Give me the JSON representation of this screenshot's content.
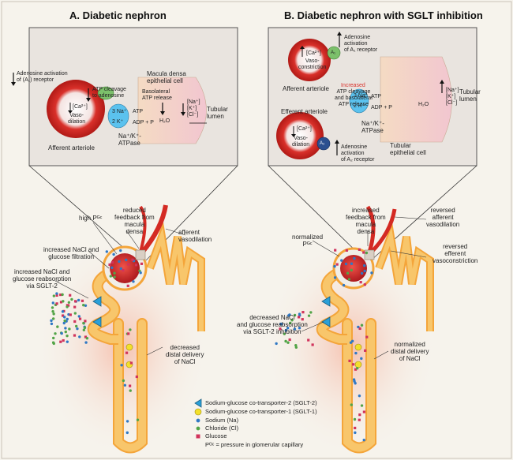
{
  "panel_a": {
    "title": "A. Diabetic nephron",
    "inset": {
      "macula_densa": "Macula densa\nepithelial cell",
      "adenosine": "Adenosine activation\nof (A₁) receptor",
      "atp_cleavage": "ATP cleavage\nto adenosine",
      "basolateral": "Basolateral\nATP release",
      "ca": "[Ca²⁺]",
      "vasodilation": "Vaso-\ndilation",
      "afferent_arteriole": "Afferent arteriole",
      "na3": "3 Na⁺",
      "k2": "2 K⁺",
      "atp": "ATP",
      "adp": "ADP + P",
      "ions": "[Na⁺]\n[K⁺]\n[Cl⁻]",
      "h2o": "H₂O",
      "tubular_lumen": "Tubular\nlumen",
      "atpase": "Na⁺/K⁺-\nATPase"
    },
    "labels": {
      "high_pgc": "high Pᴳᶜ",
      "reduced_feedback": "reduced\nfeedback from\nmacula\ndensa",
      "afferent_vasodilation": "afferent\nvasodilation",
      "increased_filtration": "increased NaCl and\nglucose filtration",
      "increased_reabsorption": "increased NaCl and\nglucose reabsorption\nvia SGLT-2",
      "decreased_distal": "decreased\ndistal delivery\nof NaCl"
    }
  },
  "panel_b": {
    "title": "B. Diabetic nephron with SGLT inhibition",
    "inset": {
      "adenosine_top": "Adenosine\nactivation\nof A₁ receptor",
      "ca_up": "[Ca²⁺]",
      "vasoconstriction": "Vaso-\nconstriction",
      "afferent_arteriole": "Afferent arteriole",
      "increased": "Increased",
      "atp_cleavage": "ATP cleavage\nand basolateral\nATP release",
      "efferent_arteriole": "Efferent arteriole",
      "ca_down": "[Ca²⁺]",
      "vasodilation": "Vaso-\ndilation",
      "adenosine_bottom": "Adenosine\nactivation\nof A₂ receptor",
      "na3": "3 Na⁺",
      "k2": "2 K⁺",
      "atp": "ATP",
      "adp": "ADP + P",
      "ions": "[Na⁺]\n[K⁺]\n[Cl⁻]",
      "h2o": "H₂O",
      "tubular_lumen": "Tubular\nlumen",
      "atpase": "Na⁺/K⁺-\nATPase",
      "tubular_epithelial": "Tubular\nepithelial cell",
      "a1": "A₁",
      "a2": "A₂"
    },
    "labels": {
      "normalized_pgc": "normalized\nPᴳᶜ",
      "increased_feedback": "increased\nfeedback from\nmacula\ndensa",
      "reversed_afferent": "reversed\nafferent\nvasodilation",
      "reversed_efferent": "reversed\nefferent\nvasoconstriction",
      "decreased_reabsorption": "decreased NaCl\nand glucose reabsorption\nvia SGLT-2 inhibition",
      "normalized_distal": "normalized\ndistal delivery\nof NaCl"
    }
  },
  "legend": [
    {
      "symbol": "triangle",
      "text": "Sodium-glucose co-transporter-2 (SGLT-2)"
    },
    {
      "symbol": "yellow-circle",
      "text": "Sodium-glucose co-transporter-1 (SGLT-1)"
    },
    {
      "symbol": "blue-dot",
      "text": "Sodium (Na)"
    },
    {
      "symbol": "green-dot",
      "text": "Chloride (Cl)"
    },
    {
      "symbol": "red-square",
      "text": "Glucose"
    },
    {
      "symbol": "none",
      "text": "Pᴳᶜ = pressure in glomerular capillary"
    }
  ],
  "colors": {
    "background": "#f6f3ec",
    "inset_bg": "#e9e4df",
    "arteriole_red": "#d42a23",
    "tubule_orange": "#f4a53a",
    "tubule_fill": "#f8c66b",
    "atpase_blue": "#5bc2ee",
    "sodium": "#2f78c4",
    "chloride": "#52a447",
    "glucose": "#d1335c",
    "sglt1": "#f2e02c",
    "sglt2": "#2aa0d8"
  }
}
